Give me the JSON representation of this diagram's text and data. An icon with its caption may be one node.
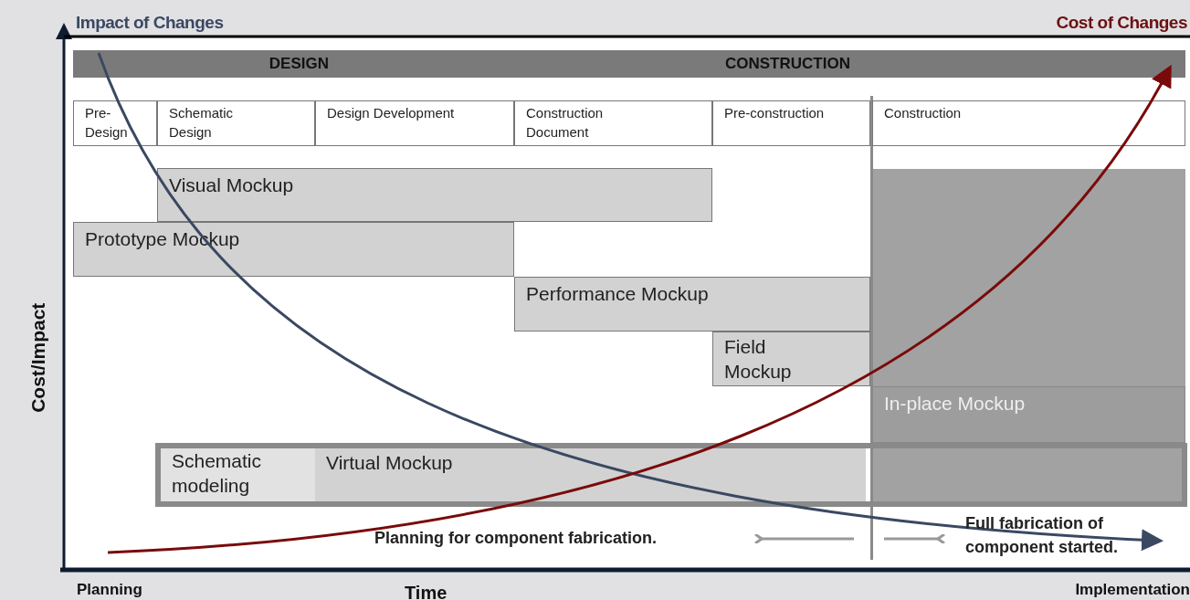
{
  "diagram": {
    "nodes": [
      {
        "text": [
          "DESIGN"
        ]
      },
      {
        "text": [
          "CONSTRUCTION"
        ]
      },
      {
        "text": [
          "Pre-Design"
        ]
      },
      {
        "text": [
          "Schematic Design"
        ]
      },
      {
        "text": [
          "Design Development"
        ]
      },
      {
        "text": [
          "Construction Document"
        ]
      },
      {
        "text": [
          "Pre-construction"
        ]
      },
      {
        "text": [
          "Construction"
        ]
      },
      {
        "text": [
          "Visual Mockup"
        ]
      },
      {
        "text": [
          "Prototype Mockup"
        ]
      },
      {
        "text": [
          "Performance Mockup"
        ]
      },
      {
        "text": [
          "Field Mockup"
        ]
      },
      {
        "text": [
          "In-place Mockup"
        ]
      },
      {
        "text": [
          "Schematic modeling"
        ]
      },
      {
        "text": [
          "Virtual Mockup"
        ]
      }
    ],
    "labels": [
      "Impact of Changes",
      "Cost of Changes",
      "Cost/Impact",
      "Planning for component fabrication.",
      "Full fabrication of component started.",
      "Planning",
      "Time",
      "Implementation"
    ]
  }
}
